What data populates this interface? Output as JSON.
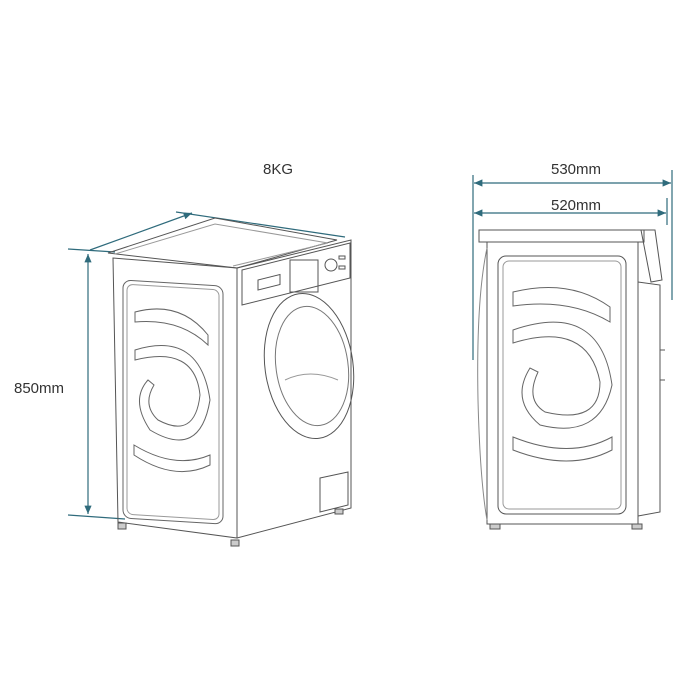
{
  "title": "8KG",
  "dimensions": {
    "height": "850mm",
    "depth_outer": "530mm",
    "depth_inner": "520mm"
  },
  "views": {
    "left": "perspective-view",
    "right": "side-view"
  },
  "colors": {
    "dimension_line": "#2f6b7c",
    "outline": "#555555",
    "text": "#333333",
    "background": "#ffffff"
  }
}
